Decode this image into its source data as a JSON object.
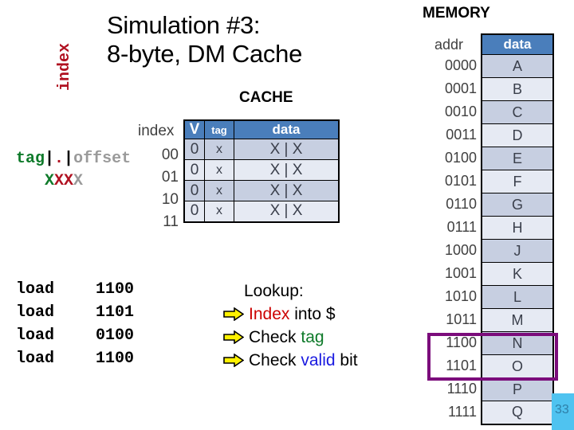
{
  "title": "Simulation #3:\n8-byte, DM Cache",
  "address_diagram": {
    "rotated_label": "index",
    "field_line": {
      "tag": "tag",
      "bar1": "|",
      "dot": ".",
      "bar2": "|",
      "offset": "offset"
    },
    "bits": {
      "tag_bits": "X",
      "index_bits": "XX",
      "offset_bits": "X"
    },
    "colors": {
      "tag": "#0E7A2A",
      "index": "#B01020",
      "offset": "#9A9A9A"
    }
  },
  "cache": {
    "label": "CACHE",
    "index_header": "index",
    "columns": [
      "V",
      "tag",
      "data"
    ],
    "rows": [
      {
        "index": "00",
        "v": "0",
        "tag": "x",
        "data": "X  |  X"
      },
      {
        "index": "01",
        "v": "0",
        "tag": "x",
        "data": "X  |  X"
      },
      {
        "index": "10",
        "v": "0",
        "tag": "x",
        "data": "X  |  X"
      },
      {
        "index": "11",
        "v": "0",
        "tag": "x",
        "data": "X  |  X"
      }
    ],
    "header_color": "#4A7EBB"
  },
  "memory": {
    "label": "MEMORY",
    "addr_header": "addr",
    "data_header": "data",
    "rows": [
      {
        "addr": "0000",
        "data": "A"
      },
      {
        "addr": "0001",
        "data": "B"
      },
      {
        "addr": "0010",
        "data": "C"
      },
      {
        "addr": "0011",
        "data": "D"
      },
      {
        "addr": "0100",
        "data": "E"
      },
      {
        "addr": "0101",
        "data": "F"
      },
      {
        "addr": "0110",
        "data": "G"
      },
      {
        "addr": "0111",
        "data": "H"
      },
      {
        "addr": "1000",
        "data": "J"
      },
      {
        "addr": "1001",
        "data": "K"
      },
      {
        "addr": "1010",
        "data": "L"
      },
      {
        "addr": "1011",
        "data": "M"
      },
      {
        "addr": "1100",
        "data": "N"
      },
      {
        "addr": "1101",
        "data": "O"
      },
      {
        "addr": "1110",
        "data": "P"
      },
      {
        "addr": "1111",
        "data": "Q"
      }
    ],
    "highlight": {
      "from_addr": "1100",
      "to_addr": "1101",
      "color": "#7B0C7B"
    },
    "header_color": "#4A7EBB"
  },
  "loads": [
    {
      "op": "load",
      "arg": "1100"
    },
    {
      "op": "load",
      "arg": "1101"
    },
    {
      "op": "load",
      "arg": "0100"
    },
    {
      "op": "load",
      "arg": "1100"
    }
  ],
  "lookup": {
    "title": "Lookup:",
    "steps": [
      {
        "pre": "",
        "hl": "Index",
        "hl_color": "#CC0000",
        "post": " into $"
      },
      {
        "pre": "Check ",
        "hl": "tag",
        "hl_color": "#0E7A2A",
        "post": ""
      },
      {
        "pre": "Check ",
        "hl": "valid",
        "hl_color": "#1A1AE0",
        "post": " bit"
      }
    ]
  },
  "page_number": "33"
}
